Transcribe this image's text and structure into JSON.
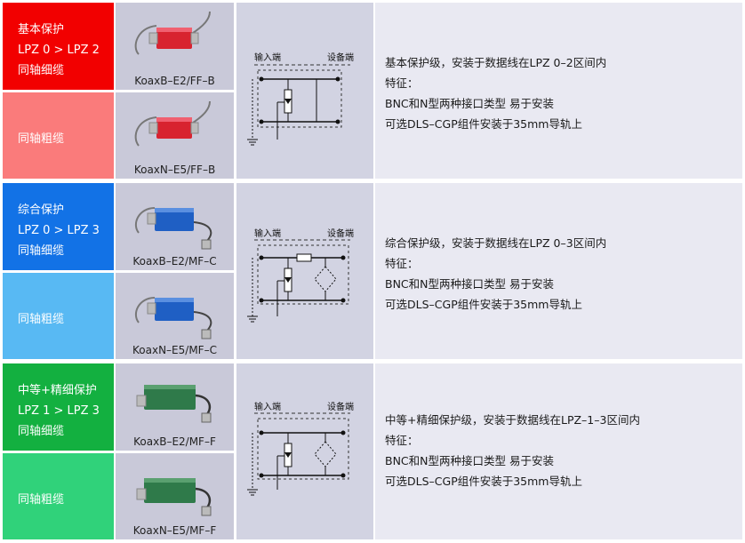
{
  "colors": {
    "red": "#f20000",
    "pink": "#fa7b7b",
    "blue": "#1272e6",
    "light_blue": "#58b9f3",
    "green": "#13b040",
    "light_green": "#30d27a",
    "product_bg": "#c9c9d9",
    "diagram_bg": "#d2d3e2",
    "desc_bg": "#e9e9f2"
  },
  "diagram_labels": {
    "input": "输入端",
    "output": "设备端"
  },
  "groups": [
    {
      "category_top": [
        "基本保护",
        "LPZ 0 > LPZ 2",
        "同轴细缆"
      ],
      "category_bottom": "同轴粗缆",
      "product_top": "KoaxB–E2/FF–B",
      "product_bottom": "KoaxN–E5/FF–B",
      "product_color": "#d8232f",
      "description": [
        "基本保护级，安装于数据线在LPZ 0–2区间内",
        "特征：",
        "BNC和N型两种接口类型 易于安装",
        "可选DLS–CGP组件安装于35mm导轨上"
      ]
    },
    {
      "category_top": [
        "综合保护",
        "LPZ 0 > LPZ 3",
        "同轴细缆"
      ],
      "category_bottom": "同轴粗缆",
      "product_top": "KoaxB–E2/MF–C",
      "product_bottom": "KoaxN–E5/MF–C",
      "product_color": "#1f5fc4",
      "description": [
        "综合保护级，安装于数据线在LPZ 0–3区间内",
        "特征：",
        "BNC和N型两种接口类型 易于安装",
        "可选DLS–CGP组件安装于35mm导轨上"
      ]
    },
    {
      "category_top": [
        "中等+精细保护",
        "LPZ 1 > LPZ 3",
        "同轴细缆"
      ],
      "category_bottom": "同轴粗缆",
      "product_top": "KoaxB–E2/MF–F",
      "product_bottom": "KoaxN–E5/MF–F",
      "product_color": "#2f7a4a",
      "description": [
        "中等+精细保护级，安装于数据线在LPZ–1–3区间内",
        "特征：",
        "BNC和N型两种接口类型 易于安装",
        "可选DLS–CGP组件安装于35mm导轨上"
      ]
    }
  ]
}
